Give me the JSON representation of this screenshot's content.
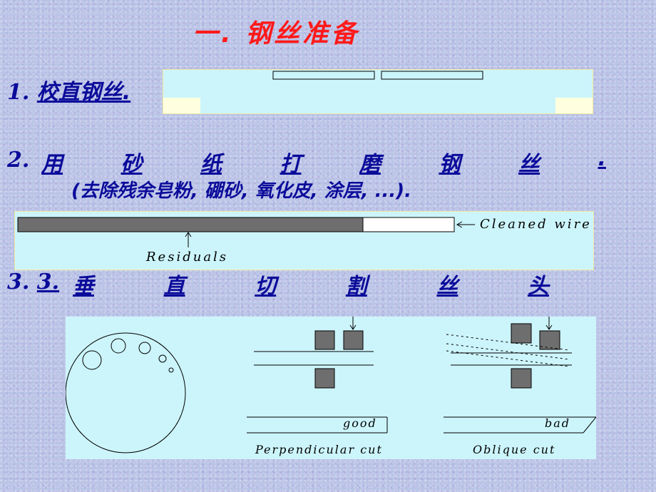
{
  "title": "一. 钢丝准备",
  "steps": {
    "s1_num": "1.",
    "s1_text": "校直钢丝.",
    "s2_num": "2.",
    "s2_chars": [
      "用",
      "砂",
      "纸",
      "打",
      "磨",
      "钢",
      "丝",
      "."
    ],
    "s2_note": "(去除残余皂粉, 硼砂, 氧化皮, 涂层, ...).",
    "s3_num": "3.",
    "s3_num2": "3.",
    "s3_chars": [
      "垂",
      "直",
      "切",
      "割",
      "丝",
      "头"
    ]
  },
  "figures": {
    "cleaned_wire": "Cleaned wire",
    "residuals": "Residuals",
    "good": "good",
    "bad": "bad",
    "perpendicular": "Perpendicular cut",
    "oblique": "Oblique cut"
  },
  "colors": {
    "title": "#ff1a1a",
    "text": "#0b0b9a",
    "panel": "#ccf5fb",
    "block": "#6e6e6e"
  }
}
